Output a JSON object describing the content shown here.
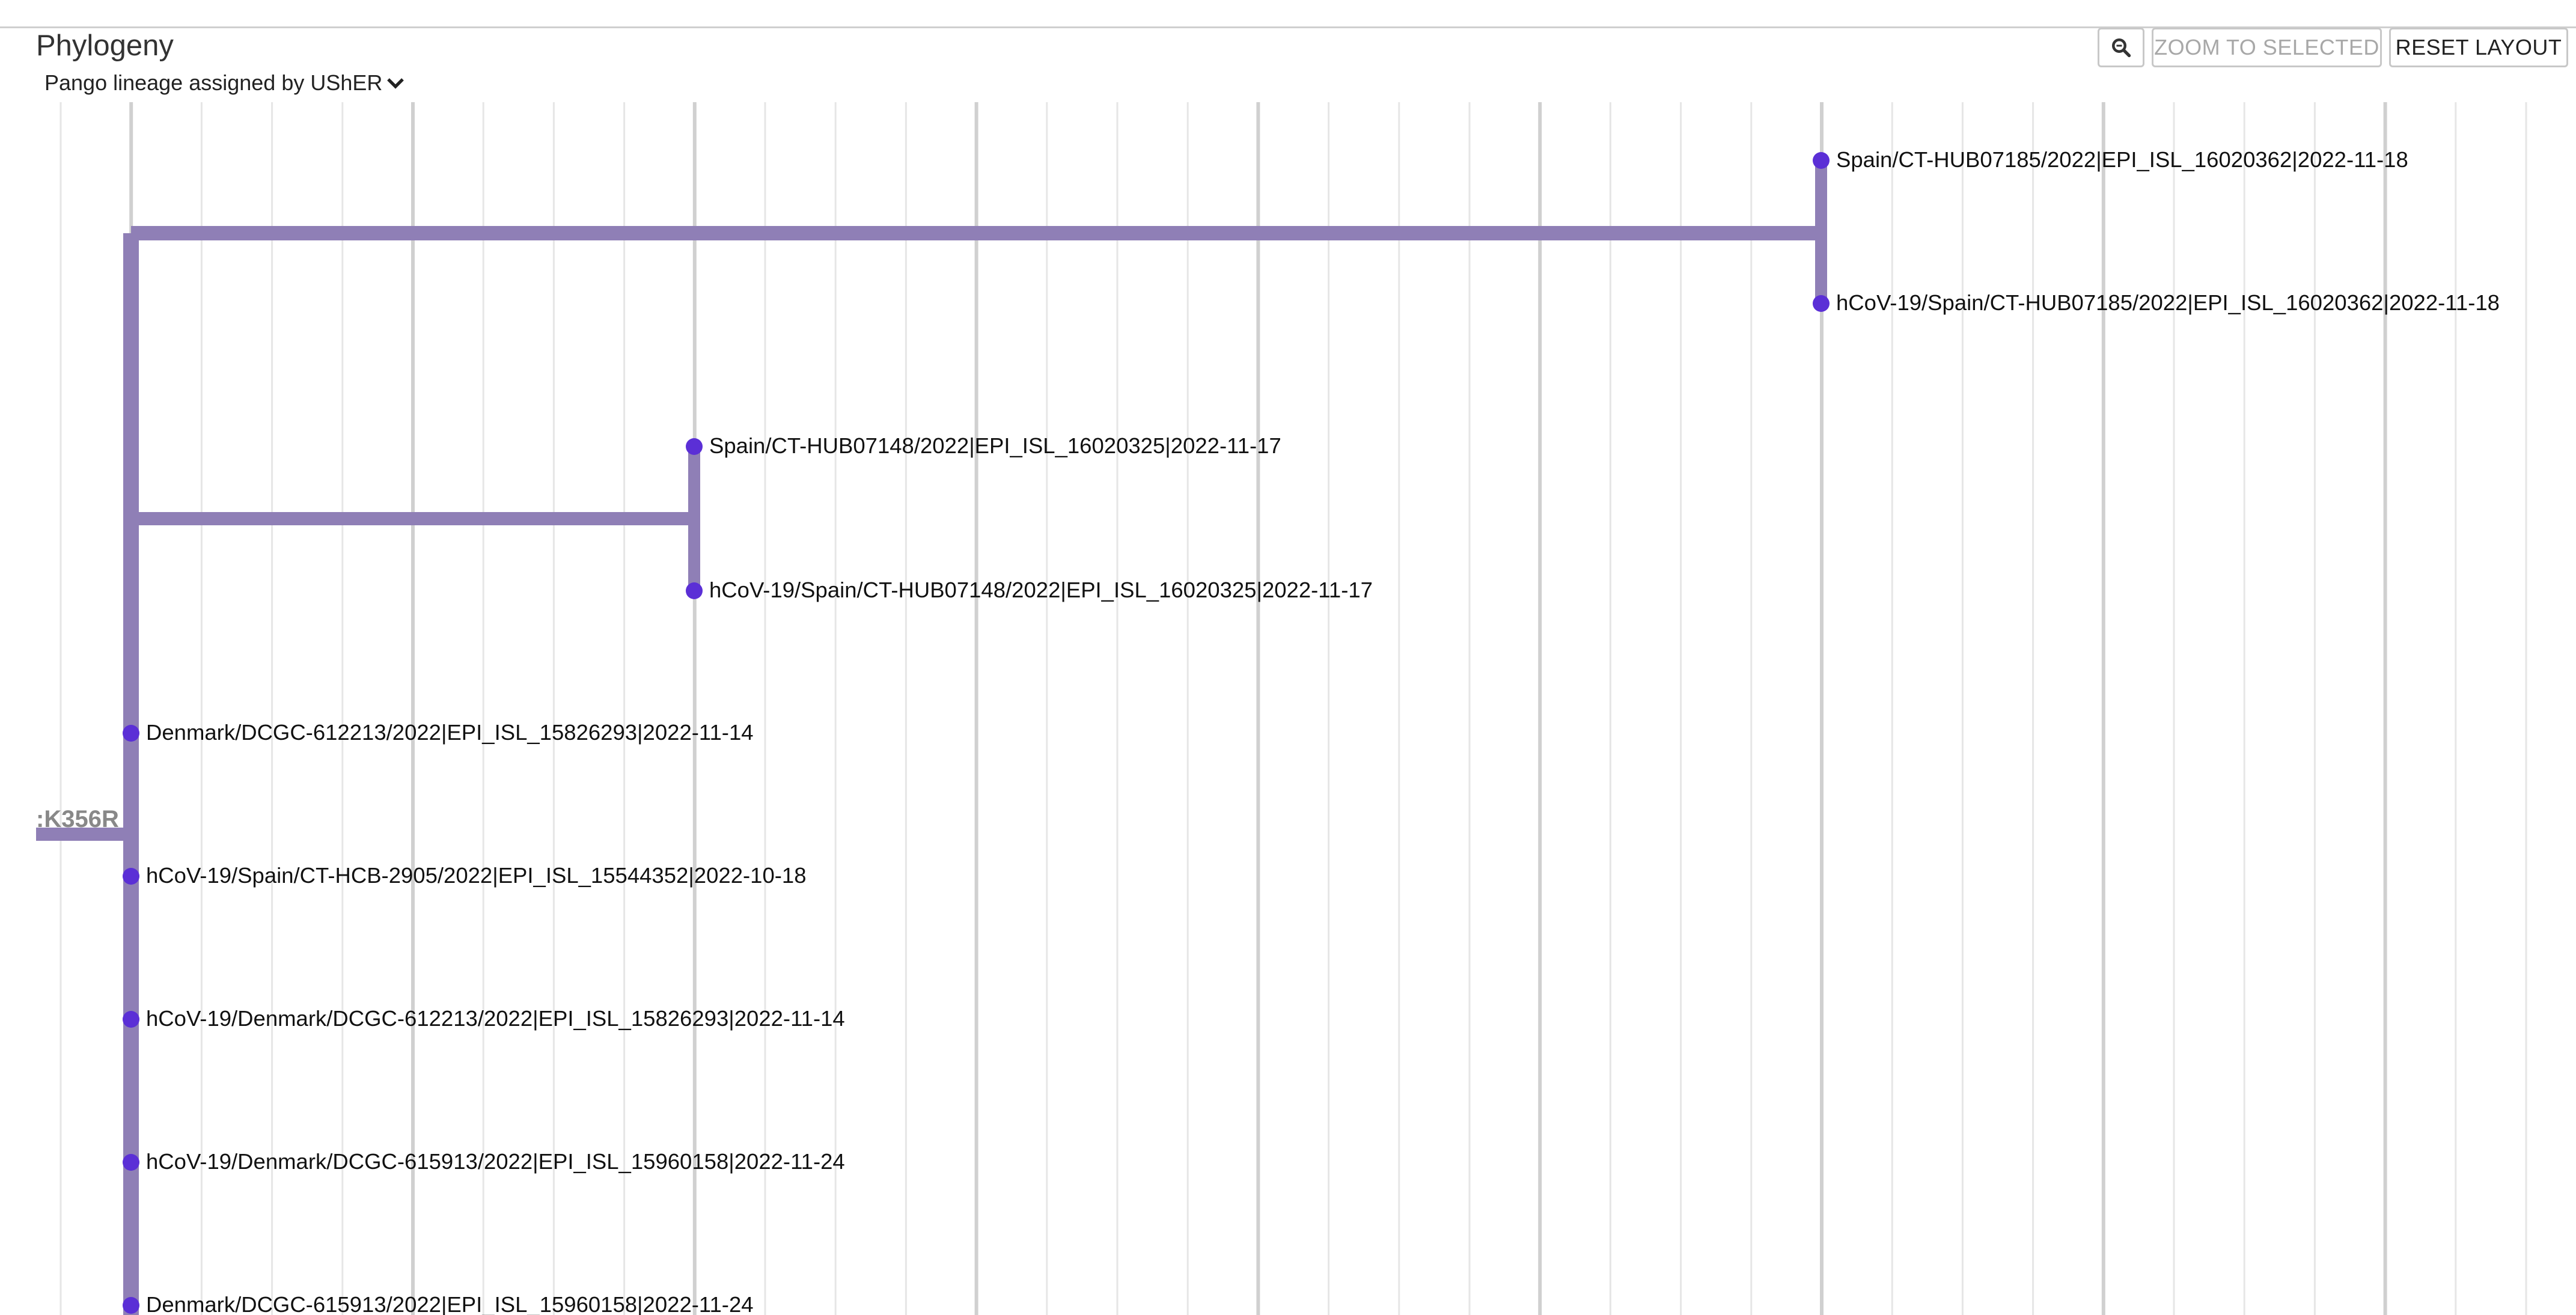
{
  "header": {
    "title": "Phylogeny",
    "color_by": "Pango lineage assigned by UShER",
    "zoom_to_selected_label": "ZOOM TO SELECTED",
    "reset_layout_label": "RESET LAYOUT",
    "zoom_icon": "magnifier-icon"
  },
  "tree": {
    "branch_color": "#8f7fb6",
    "tip_color": "#5b2fd6",
    "grid_color": "#e6e6e6",
    "major_grid_color": "#d0d0d0",
    "branch_label": ":K356R",
    "tips": [
      "Spain/CT-HUB07185/2022|EPI_ISL_16020362|2022-11-18",
      "hCoV-19/Spain/CT-HUB07185/2022|EPI_ISL_16020362|2022-11-18",
      "Spain/CT-HUB07148/2022|EPI_ISL_16020325|2022-11-17",
      "hCoV-19/Spain/CT-HUB07148/2022|EPI_ISL_16020325|2022-11-17",
      "Denmark/DCGC-612213/2022|EPI_ISL_15826293|2022-11-14",
      "hCoV-19/Spain/CT-HCB-2905/2022|EPI_ISL_15544352|2022-10-18",
      "hCoV-19/Denmark/DCGC-612213/2022|EPI_ISL_15826293|2022-11-14",
      "hCoV-19/Denmark/DCGC-615913/2022|EPI_ISL_15960158|2022-11-24",
      "Denmark/DCGC-615913/2022|EPI_ISL_15960158|2022-11-24"
    ]
  }
}
